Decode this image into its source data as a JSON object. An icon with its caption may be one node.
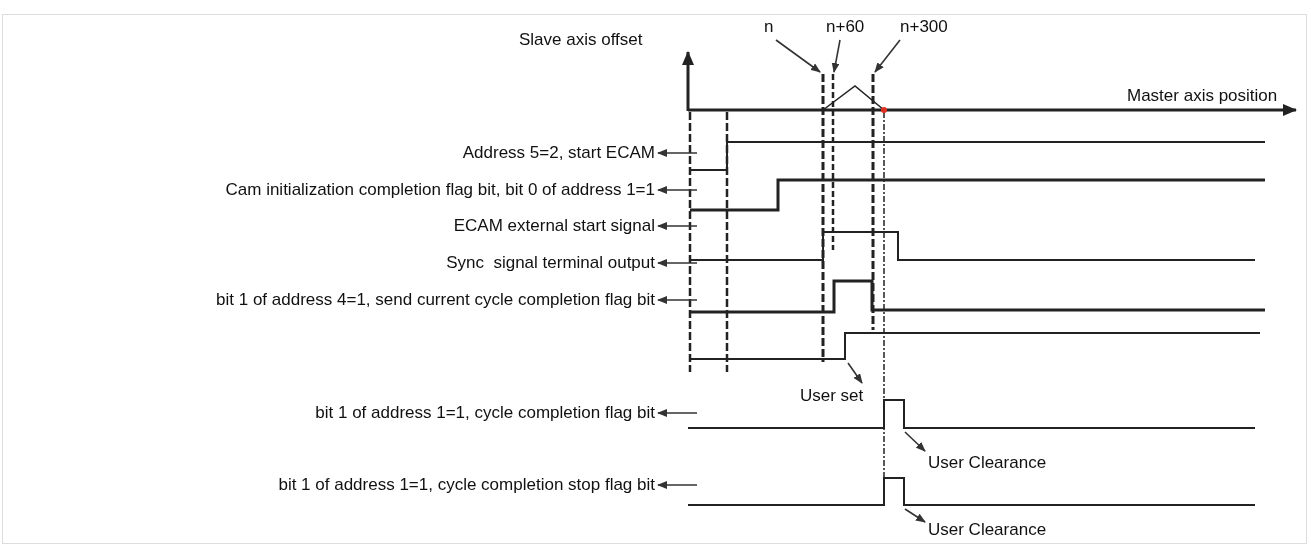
{
  "diagram": {
    "nodes": [
      {
        "text": [
          "Address 5=2, start ECAM"
        ]
      },
      {
        "text": [
          "Cam initialization completion flag bit, bit 0 of address 1=1"
        ]
      },
      {
        "text": [
          "ECAM external start signal"
        ]
      },
      {
        "text": [
          "Sync  signal terminal output"
        ]
      },
      {
        "text": [
          "bit 1 of address 4=1, send current cycle completion flag bit"
        ]
      },
      {
        "text": [
          "bit 1 of address 1=1, cycle completion flag bit"
        ]
      },
      {
        "text": [
          "bit 1 of address 1=1, cycle completion stop flag bit"
        ]
      },
      {
        "text": [
          "n"
        ]
      },
      {
        "text": [
          "n+60"
        ]
      },
      {
        "text": [
          "n+300"
        ]
      },
      {
        "text": [
          "User set"
        ]
      },
      {
        "text": [
          "User Clearance"
        ]
      },
      {
        "text": [
          "User Clearance"
        ]
      },
      {
        "text": [],
        "shape": "line"
      },
      {
        "text": [],
        "shape": "line"
      },
      {
        "text": [],
        "shape": "line"
      }
    ],
    "edges": [
      {
        "from": null,
        "to": 0,
        "arrow": "to"
      },
      {
        "from": null,
        "to": 1,
        "arrow": "to"
      },
      {
        "from": null,
        "to": 2,
        "arrow": "to"
      },
      {
        "from": null,
        "to": 3,
        "arrow": "to"
      },
      {
        "from": null,
        "to": 4,
        "arrow": "to"
      },
      {
        "from": null,
        "to": 5,
        "arrow": "to"
      },
      {
        "from": null,
        "to": 6,
        "arrow": "to"
      },
      {
        "from": 7,
        "to": 13,
        "arrow": "to"
      },
      {
        "from": 8,
        "to": 14,
        "arrow": "to"
      },
      {
        "from": 9,
        "to": 15,
        "arrow": "to"
      },
      {
        "from": null,
        "to": 10,
        "arrow": "to"
      },
      {
        "from": null,
        "to": 11,
        "arrow": "to"
      },
      {
        "from": null,
        "to": 12,
        "arrow": "to"
      }
    ],
    "labels": [
      "Slave axis offset",
      "Master axis position"
    ]
  }
}
